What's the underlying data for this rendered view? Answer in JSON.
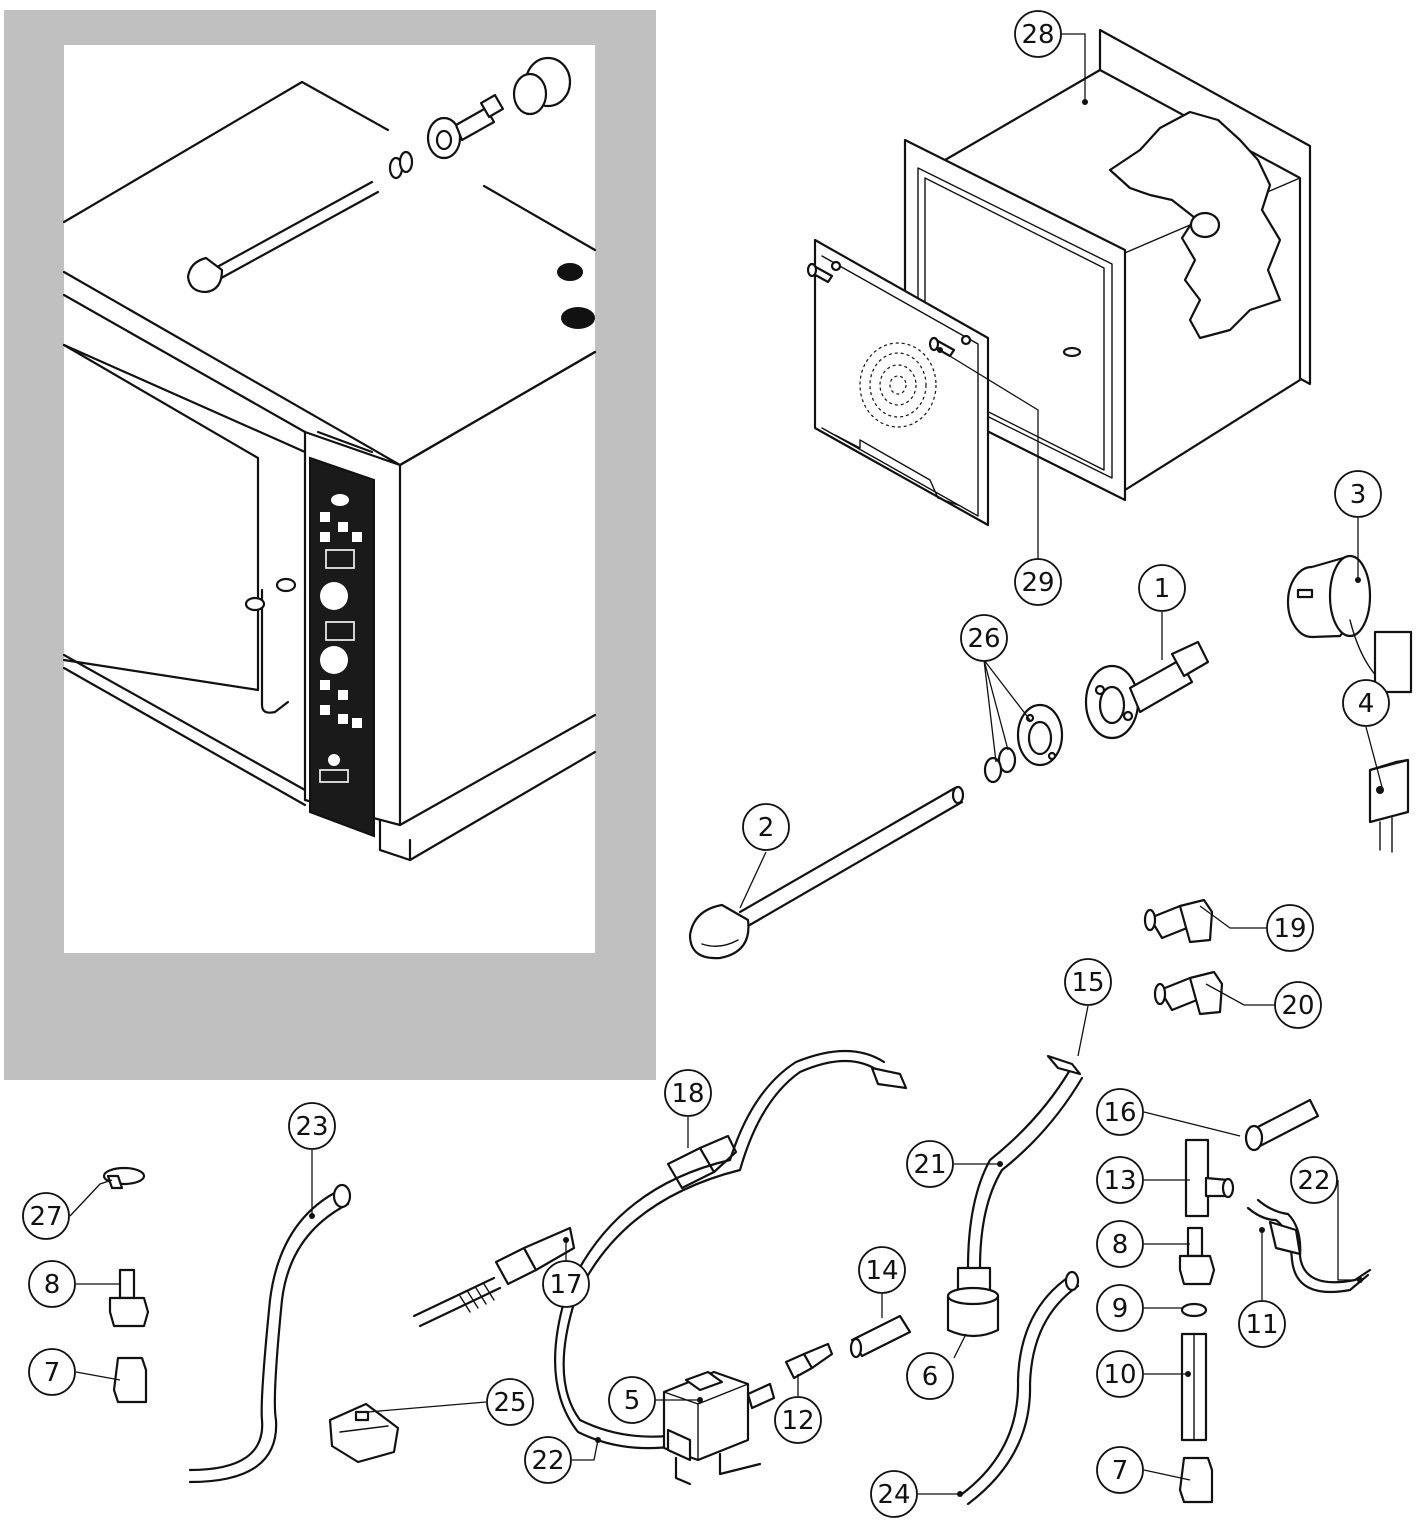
{
  "diagram": {
    "inset_panel_color": "#c0c0c0",
    "callouts": [
      {
        "key": "c28",
        "label": "28"
      },
      {
        "key": "c29",
        "label": "29"
      },
      {
        "key": "c1",
        "label": "1"
      },
      {
        "key": "c26",
        "label": "26"
      },
      {
        "key": "c3",
        "label": "3"
      },
      {
        "key": "c4",
        "label": "4"
      },
      {
        "key": "c2",
        "label": "2"
      },
      {
        "key": "c19",
        "label": "19"
      },
      {
        "key": "c20",
        "label": "20"
      },
      {
        "key": "c15",
        "label": "15"
      },
      {
        "key": "c18",
        "label": "18"
      },
      {
        "key": "c16",
        "label": "16"
      },
      {
        "key": "c23",
        "label": "23"
      },
      {
        "key": "c21",
        "label": "21"
      },
      {
        "key": "c13",
        "label": "13"
      },
      {
        "key": "c22a",
        "label": "22"
      },
      {
        "key": "c27",
        "label": "27"
      },
      {
        "key": "c14",
        "label": "14"
      },
      {
        "key": "c8a",
        "label": "8"
      },
      {
        "key": "c8b",
        "label": "8"
      },
      {
        "key": "c17",
        "label": "17"
      },
      {
        "key": "c9",
        "label": "9"
      },
      {
        "key": "c11",
        "label": "11"
      },
      {
        "key": "c7a",
        "label": "7"
      },
      {
        "key": "c6",
        "label": "6"
      },
      {
        "key": "c10",
        "label": "10"
      },
      {
        "key": "c25",
        "label": "25"
      },
      {
        "key": "c5",
        "label": "5"
      },
      {
        "key": "c12",
        "label": "12"
      },
      {
        "key": "c22b",
        "label": "22"
      },
      {
        "key": "c7b",
        "label": "7"
      },
      {
        "key": "c24",
        "label": "24"
      }
    ]
  }
}
